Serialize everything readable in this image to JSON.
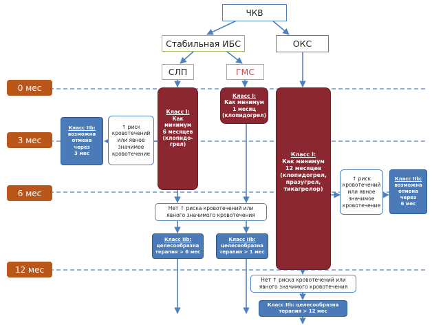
{
  "top": {
    "pci": "ЧКВ"
  },
  "branches": {
    "stable": "Стабильная ИБС",
    "acs": "ОКС"
  },
  "stents": {
    "des": "СЛП",
    "bms": "ГМС"
  },
  "timeline": [
    "0 мес",
    "3 мес",
    "6 мес",
    "12 мес"
  ],
  "des_box": [
    "Класс I:",
    "Как",
    "минимум",
    "6 месяцев",
    "(клопидо-",
    "грел)"
  ],
  "bms_box": [
    "Класс I:",
    "Как минимум",
    "1 месяц",
    "(клопидогрел)"
  ],
  "acs_box": [
    "Класс I:",
    "Как минимум",
    "12 месяцев",
    "(клопидогрел,",
    "празугрел,",
    "тикагрелор)"
  ],
  "left_risk": [
    "↑ риск",
    "кровотечений",
    "или явное",
    "значимое",
    "кровотечение"
  ],
  "left_class": [
    "Класс IIb:",
    "возможна",
    "отмена",
    "через",
    "3 мес"
  ],
  "right_risk": [
    "↑ риск",
    "кровотечений",
    "или явное",
    "значимое",
    "кровотечение"
  ],
  "right_class": [
    "Класс IIb:",
    "возможна",
    "отмена",
    "через",
    "6 мес"
  ],
  "no_risk_mid": [
    "Нет ↑ риска кровотечений или",
    "явного значимого кровотечения"
  ],
  "no_risk_bottom": [
    "Нет ↑ риска кровотечений или",
    "явного значимого кровотечения"
  ],
  "class_6m": [
    "Класс IIb:",
    "целесообразна",
    "терапия > 6 мес"
  ],
  "class_1m": [
    "Класс IIb:",
    "целесообразна",
    "терапия > 1 мес"
  ],
  "class_12m": [
    "Класс IIb: целесообразна",
    "терапия > 12 мес"
  ],
  "colors": {
    "timeline_orange": "#b9561c",
    "dark_red": "#8b2730",
    "class_blue": "#4a7ab8",
    "arrow_blue": "#4f81bd",
    "stable_green": "#9bbb59"
  }
}
